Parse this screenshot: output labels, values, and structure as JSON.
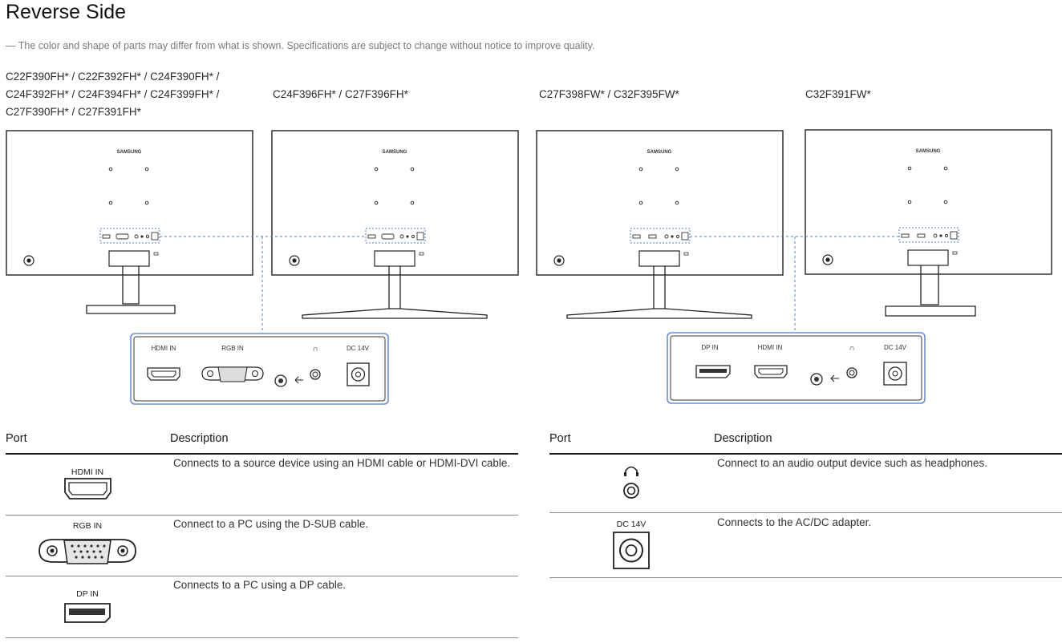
{
  "page": {
    "title": "Reverse Side",
    "disclaimer": "— The color and shape of parts may differ from what is shown. Specifications are subject to change without notice to improve quality."
  },
  "models": [
    {
      "lines": [
        "C22F390FH* / C22F392FH* / C24F390FH* /",
        "C24F392FH* / C24F394FH* / C24F399FH* /",
        "C27F390FH* / C27F391FH*"
      ]
    },
    {
      "lines": [
        "C24F396FH* / C27F396FH*"
      ]
    },
    {
      "lines": [
        "C27F398FW* / C32F395FW*"
      ]
    },
    {
      "lines": [
        "C32F391FW*"
      ]
    }
  ],
  "monitor_logo": "SAMSUNG",
  "panels": {
    "left": {
      "hdmi": "HDMI IN",
      "rgb": "RGB IN",
      "dc": "DC 14V"
    },
    "right": {
      "dp": "DP IN",
      "hdmi": "HDMI IN",
      "dc": "DC 14V"
    }
  },
  "tables": {
    "left": {
      "col_port": "Port",
      "col_desc": "Description",
      "rows": [
        {
          "port_label": "HDMI IN",
          "port_icon": "hdmi-port-icon",
          "description": "Connects to a source device using an HDMI cable or HDMI-DVI cable."
        },
        {
          "port_label": "RGB IN",
          "port_icon": "vga-port-icon",
          "description": "Connect to a PC using the D-SUB cable."
        },
        {
          "port_label": "DP IN",
          "port_icon": "displayport-icon",
          "description": "Connects to a PC using a DP cable."
        }
      ]
    },
    "right": {
      "col_port": "Port",
      "col_desc": "Description",
      "rows": [
        {
          "port_label": "",
          "port_icon": "headphone-jack-icon",
          "description": "Connect to an audio output device such as headphones."
        },
        {
          "port_label": "DC 14V",
          "port_icon": "dc-power-port-icon",
          "description": "Connects to the AC/DC adapter."
        }
      ]
    }
  }
}
